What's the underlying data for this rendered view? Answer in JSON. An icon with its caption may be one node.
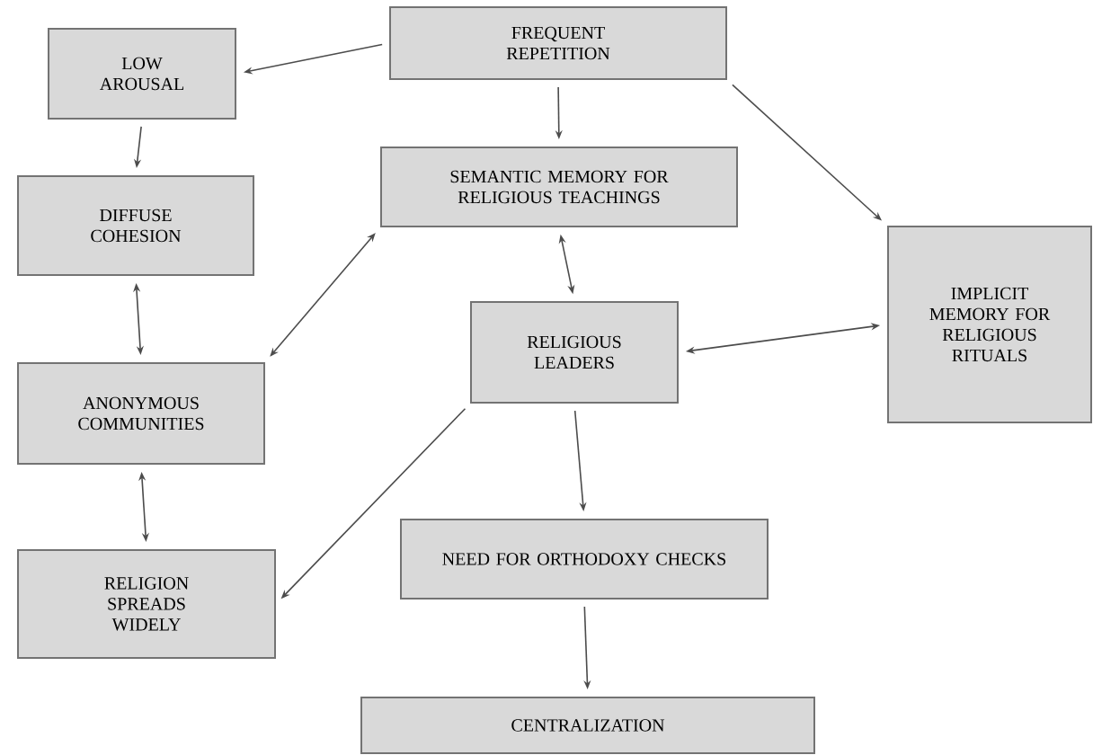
{
  "diagram": {
    "nodes": [
      {
        "text": [
          "FREQUENT REPETITION"
        ]
      },
      {
        "text": [
          "LOW AROUSAL"
        ]
      },
      {
        "text": [
          "SEMANTIC MEMORY FOR RELIGIOUS TEACHINGS"
        ]
      },
      {
        "text": [
          "DIFFUSE COHESION"
        ]
      },
      {
        "text": [
          "RELIGIOUS LEADERS"
        ]
      },
      {
        "text": [
          "IMPLICIT MEMORY FOR RELIGIOUS RITUALS"
        ]
      },
      {
        "text": [
          "ANONYMOUS COMMUNITIES"
        ]
      },
      {
        "text": [
          "RELIGION SPREADS WIDELY"
        ]
      },
      {
        "text": [
          "NEED FOR ORTHODOXY CHECKS"
        ]
      },
      {
        "text": [
          "CENTRALIZATION"
        ]
      }
    ],
    "edges": [
      {
        "from": 0,
        "to": 1,
        "arrow": "to"
      },
      {
        "from": 0,
        "to": 2,
        "arrow": "to"
      },
      {
        "from": 0,
        "to": 5,
        "arrow": "to"
      },
      {
        "from": 1,
        "to": 3,
        "arrow": "to"
      },
      {
        "from": 2,
        "to": 4,
        "arrow": "both"
      },
      {
        "from": 3,
        "to": 6,
        "arrow": "both"
      },
      {
        "from": 6,
        "to": 2,
        "arrow": "both"
      },
      {
        "from": 4,
        "to": 5,
        "arrow": "both"
      },
      {
        "from": 4,
        "to": 7,
        "arrow": "to"
      },
      {
        "from": 6,
        "to": 7,
        "arrow": "both"
      },
      {
        "from": 4,
        "to": 8,
        "arrow": "to"
      },
      {
        "from": 8,
        "to": 9,
        "arrow": "to"
      }
    ]
  }
}
